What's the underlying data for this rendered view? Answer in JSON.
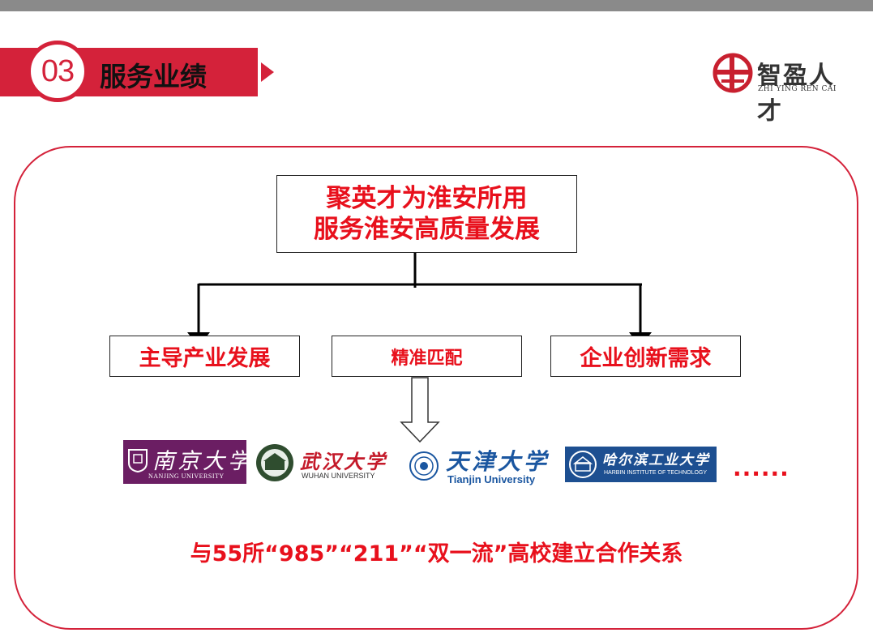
{
  "header": {
    "number": "03",
    "title": "服务业绩",
    "accent_color": "#d4223a"
  },
  "brand": {
    "name_cn": "智盈人才",
    "name_en": "ZHI YING REN CAI",
    "icon": "zhiying-logo-icon"
  },
  "diagram": {
    "top_line1": "聚英才为淮安所用",
    "top_line2": "服务淮安高质量发展",
    "branches": [
      "主导产业发展",
      "精准匹配",
      "企业创新需求"
    ],
    "text_color": "#e8101c"
  },
  "universities": [
    {
      "name_cn": "南京大学",
      "name_en": "NANJING UNIVERSITY",
      "icon": "nanjing-university-emblem-icon"
    },
    {
      "name_cn": "武汉大学",
      "name_en": "WUHAN UNIVERSITY",
      "icon": "wuhan-university-emblem-icon"
    },
    {
      "name_cn": "天津大学",
      "name_en": "Tianjin University",
      "icon": "tianjin-university-emblem-icon"
    },
    {
      "name_cn": "哈尔滨工业大学",
      "name_en": "HARBIN INSTITUTE OF TECHNOLOGY",
      "icon": "harbin-institute-emblem-icon"
    }
  ],
  "more": "......",
  "caption": "与55所“985”“211”“双一流”高校建立合作关系"
}
